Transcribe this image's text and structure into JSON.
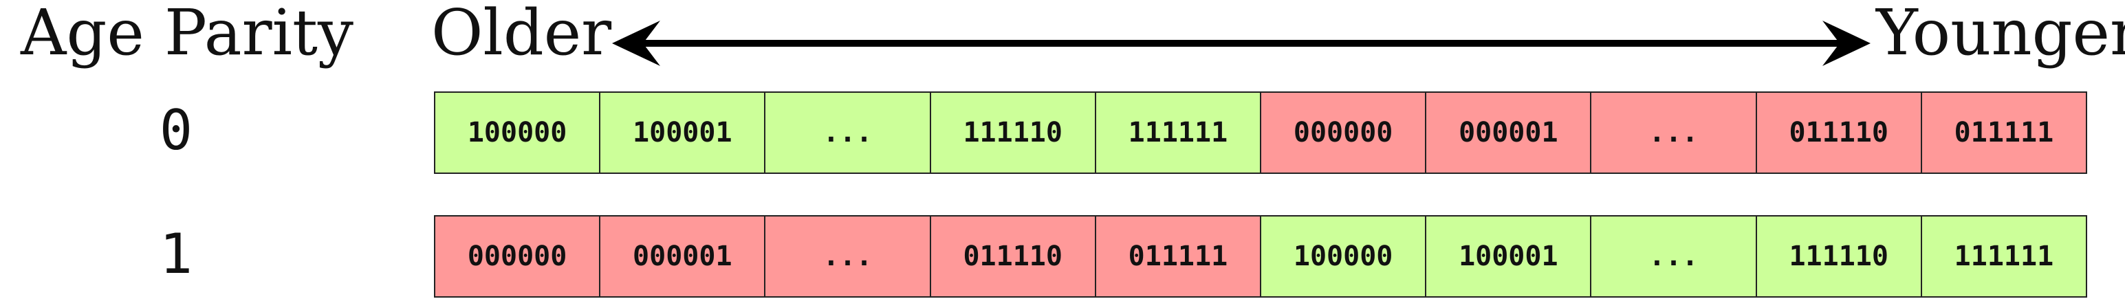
{
  "header": {
    "left_label": "Age Parity",
    "older_label": "Older",
    "younger_label": "Younger"
  },
  "rows": [
    {
      "parity": "0",
      "cells": [
        {
          "text": "100000",
          "color": "green"
        },
        {
          "text": "100001",
          "color": "green"
        },
        {
          "text": "...",
          "color": "green"
        },
        {
          "text": "111110",
          "color": "green"
        },
        {
          "text": "111111",
          "color": "green"
        },
        {
          "text": "000000",
          "color": "red"
        },
        {
          "text": "000001",
          "color": "red"
        },
        {
          "text": "...",
          "color": "red"
        },
        {
          "text": "011110",
          "color": "red"
        },
        {
          "text": "011111",
          "color": "red"
        }
      ]
    },
    {
      "parity": "1",
      "cells": [
        {
          "text": "000000",
          "color": "red"
        },
        {
          "text": "000001",
          "color": "red"
        },
        {
          "text": "...",
          "color": "red"
        },
        {
          "text": "011110",
          "color": "red"
        },
        {
          "text": "011111",
          "color": "red"
        },
        {
          "text": "100000",
          "color": "green"
        },
        {
          "text": "100001",
          "color": "green"
        },
        {
          "text": "...",
          "color": "green"
        },
        {
          "text": "111110",
          "color": "green"
        },
        {
          "text": "111111",
          "color": "green"
        }
      ]
    }
  ],
  "colors": {
    "green": "#ccff99",
    "red": "#ff9999",
    "border": "#222222"
  }
}
